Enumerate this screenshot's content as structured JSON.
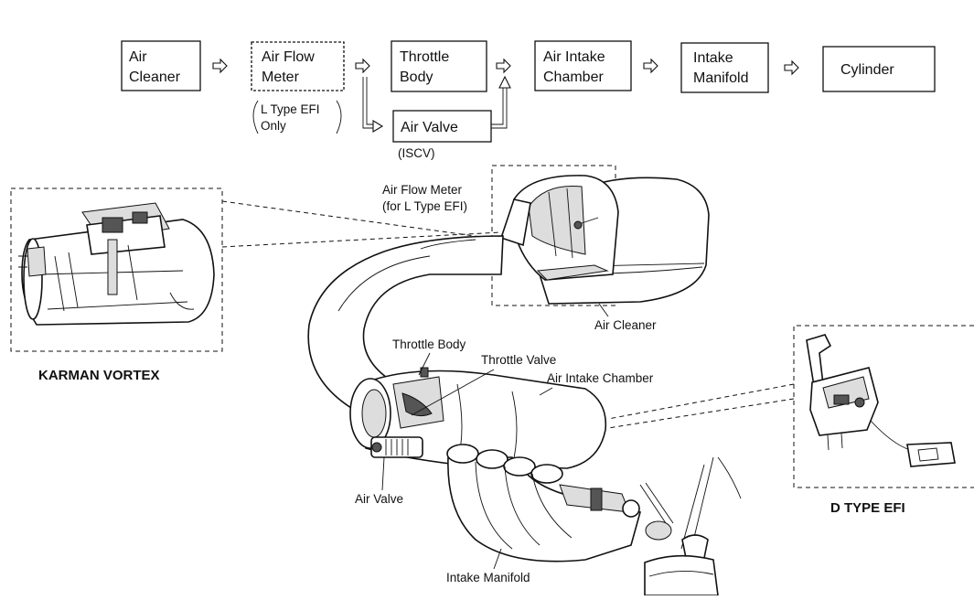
{
  "flow": {
    "air_cleaner": [
      "Air",
      "Cleaner"
    ],
    "air_flow_meter": [
      "Air Flow",
      "Meter"
    ],
    "throttle_body": [
      "Throttle",
      "Body"
    ],
    "air_intake_chamber": [
      "Air Intake",
      "Chamber"
    ],
    "intake_manifold": [
      "Intake",
      "Manifold"
    ],
    "cylinder": "Cylinder",
    "l_type_note": [
      "L Type EFI",
      "Only"
    ],
    "air_valve": "Air Valve",
    "iscv": "(ISCV)"
  },
  "labels": {
    "air_flow_meter": [
      "Air Flow Meter",
      "(for L Type EFI)"
    ],
    "air_cleaner": "Air Cleaner",
    "throttle_body": "Throttle Body",
    "throttle_valve": "Throttle Valve",
    "air_intake_chamber": "Air Intake Chamber",
    "air_valve": "Air Valve",
    "intake_manifold": "Intake Manifold"
  },
  "captions": {
    "karman": "KARMAN VORTEX",
    "d_type": "D TYPE EFI"
  },
  "icons": [
    "right-hollow-arrow-icon"
  ]
}
